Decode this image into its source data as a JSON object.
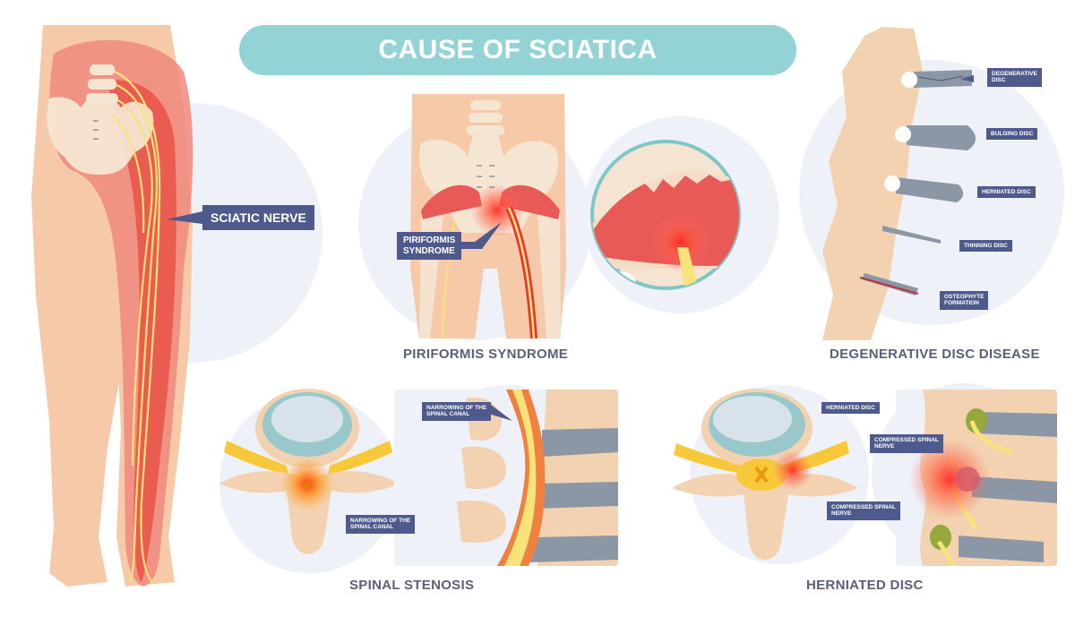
{
  "title": "CAUSE OF SCIATICA",
  "colors": {
    "title_pill": "#93d3d6",
    "callout_bg": "#4e5a8c",
    "caption_text": "#5b6079",
    "skin": "#f6c9a8",
    "bone": "#f5e6d3",
    "muscle_red": "#f0665e",
    "nerve_yellow": "#f8e27a",
    "disc_gray": "#8c97a6",
    "bg_circle": "#eef1f8",
    "inflammation": "#ff3b3b"
  },
  "panels": {
    "sciatic_nerve": {
      "callout": "SCIATIC NERVE"
    },
    "piriformis": {
      "caption": "PIRIFORMIS SYNDROME",
      "callout_line1": "PIRIFORMIS",
      "callout_line2": "SYNDROME"
    },
    "degenerative": {
      "caption": "DEGENERATIVE DISC DISEASE",
      "callouts": [
        {
          "line1": "DEGENERATIVE",
          "line2": "DISC"
        },
        {
          "line1": "BULGING DISC",
          "line2": ""
        },
        {
          "line1": "HERNIATED DISC",
          "line2": ""
        },
        {
          "line1": "THINNING DISC",
          "line2": ""
        },
        {
          "line1": "OSTEOPHYTE",
          "line2": "FORMATION"
        }
      ]
    },
    "stenosis": {
      "caption": "SPINAL STENOSIS",
      "callout_top_line1": "NARROWING OF THE",
      "callout_top_line2": "SPINAL CANAL",
      "callout_bottom_line1": "NARROWING OF THE",
      "callout_bottom_line2": "SPINAL CANAL"
    },
    "herniated": {
      "caption": "HERNIATED DISC",
      "callout_disc": "HERNIATED DISC",
      "callout_nerve_line1": "COMPRESSED SPINAL",
      "callout_nerve_line2": "NERVE",
      "callout_side_line1": "COMPRESSED SPINAL",
      "callout_side_line2": "NERVE"
    }
  }
}
